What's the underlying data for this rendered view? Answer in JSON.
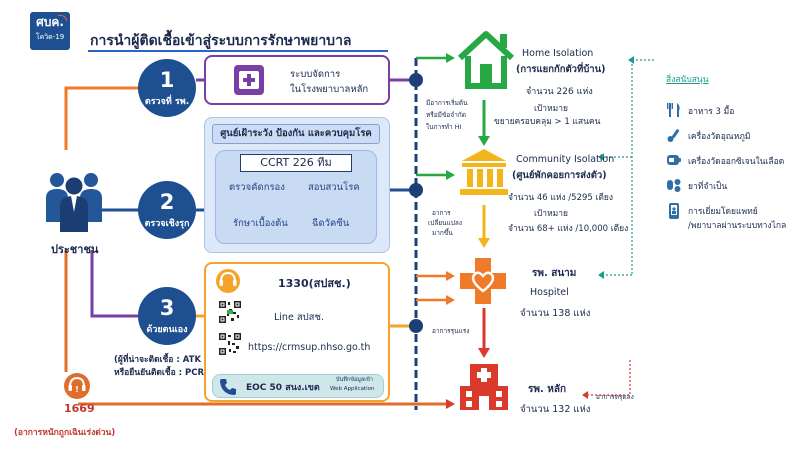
{
  "header": {
    "logo_line1": "ศบค.",
    "logo_line2": "โควิด-19",
    "title": "การนำผู้ติดเชื้อเข้าสู่ระบบการรักษาพยาบาล"
  },
  "people_label": "ประชาชน",
  "channels": [
    {
      "num": "1",
      "label": "ตรวจที่ รพ."
    },
    {
      "num": "2",
      "label": "ตรวจเชิงรุก"
    },
    {
      "num": "3",
      "label": "ด้วยตนเอง"
    }
  ],
  "self_note_line1": "(ผู้ที่น่าจะติดเชื้อ : ATK",
  "self_note_line2": "หรือยืนยันติดเชื้อ : PCR)",
  "hotline": {
    "number": "1669",
    "note": "(อาการหนักถูกเฉินเร่งด่วน)"
  },
  "box1": {
    "line1": "ระบบจัดการ",
    "line2": "ในโรงพยาบาลหลัก"
  },
  "box2": {
    "header": "ศูนย์เฝ้าระวัง ป้องกัน และควบคุมโรค",
    "ccrt": "CCRT  226 ทีม",
    "items": [
      "ตรวจคัดกรอง",
      "สอบสวนโรค",
      "รักษาเบื้องต้น",
      "ฉีดวัคซีน"
    ]
  },
  "box3": {
    "hotline": "1330(สปสช.)",
    "line_label": "Line สปสช.",
    "url": "https://crmsup.nhso.go.th",
    "eoc": "EOC 50 สนง.เขต",
    "web_app1": "บันทึกข้อมูลเข้า",
    "web_app2": "Web  Application"
  },
  "flow_notes": {
    "mild": [
      "มีอาการเริ่มต้น",
      "หรือมีข้อจำกัด",
      "ในการทำ  HI"
    ],
    "change": [
      "อาการ",
      "เปลี่ยนแปลง",
      "มากขึ้น"
    ],
    "severe": "อาการรุนแรง",
    "critical": "อาการทรุดลง"
  },
  "destinations": {
    "home": {
      "title": "Home Isolation",
      "subtitle": "(การแยกกักตัวที่บ้าน)",
      "count": "จำนวน   226  แห่ง",
      "target_label": "เป้าหมาย",
      "target": "ขยายครอบคลุม > 1 แสนคน"
    },
    "community": {
      "title": "Community Isolation",
      "subtitle": "(ศูนย์พักคอยการส่งตัว)",
      "count": "จำนวน 46 แห่ง /5295 เตียง",
      "target_label": "เป้าหมาย",
      "target": "จำนวน 68+ แห่ง /10,000 เตียง"
    },
    "field": {
      "title": "รพ. สนาม",
      "subtitle": "Hospitel",
      "count": "จำนวน 138 แห่ง"
    },
    "main": {
      "title": "รพ. หลัก",
      "count": "จำนวน 132 แห่ง"
    }
  },
  "support": {
    "title": "สิ่งสนับสนุน",
    "items": [
      "อาหาร 3 มื้อ",
      "เครื่องวัดอุณหภูมิ",
      "เครื่องวัดออกซิเจนในเลือด",
      "ยาที่จำเป็น",
      "การเยี่ยมโดยแพทย์",
      "/พยาบาลผ่านระบบทางไกล"
    ]
  },
  "colors": {
    "navy": "#1d4f91",
    "green": "#27a844",
    "gold": "#f2b51b",
    "orange": "#ef7a2a",
    "red": "#d93a2b",
    "purple": "#7a3fa6",
    "teal": "#1c9b8f"
  }
}
